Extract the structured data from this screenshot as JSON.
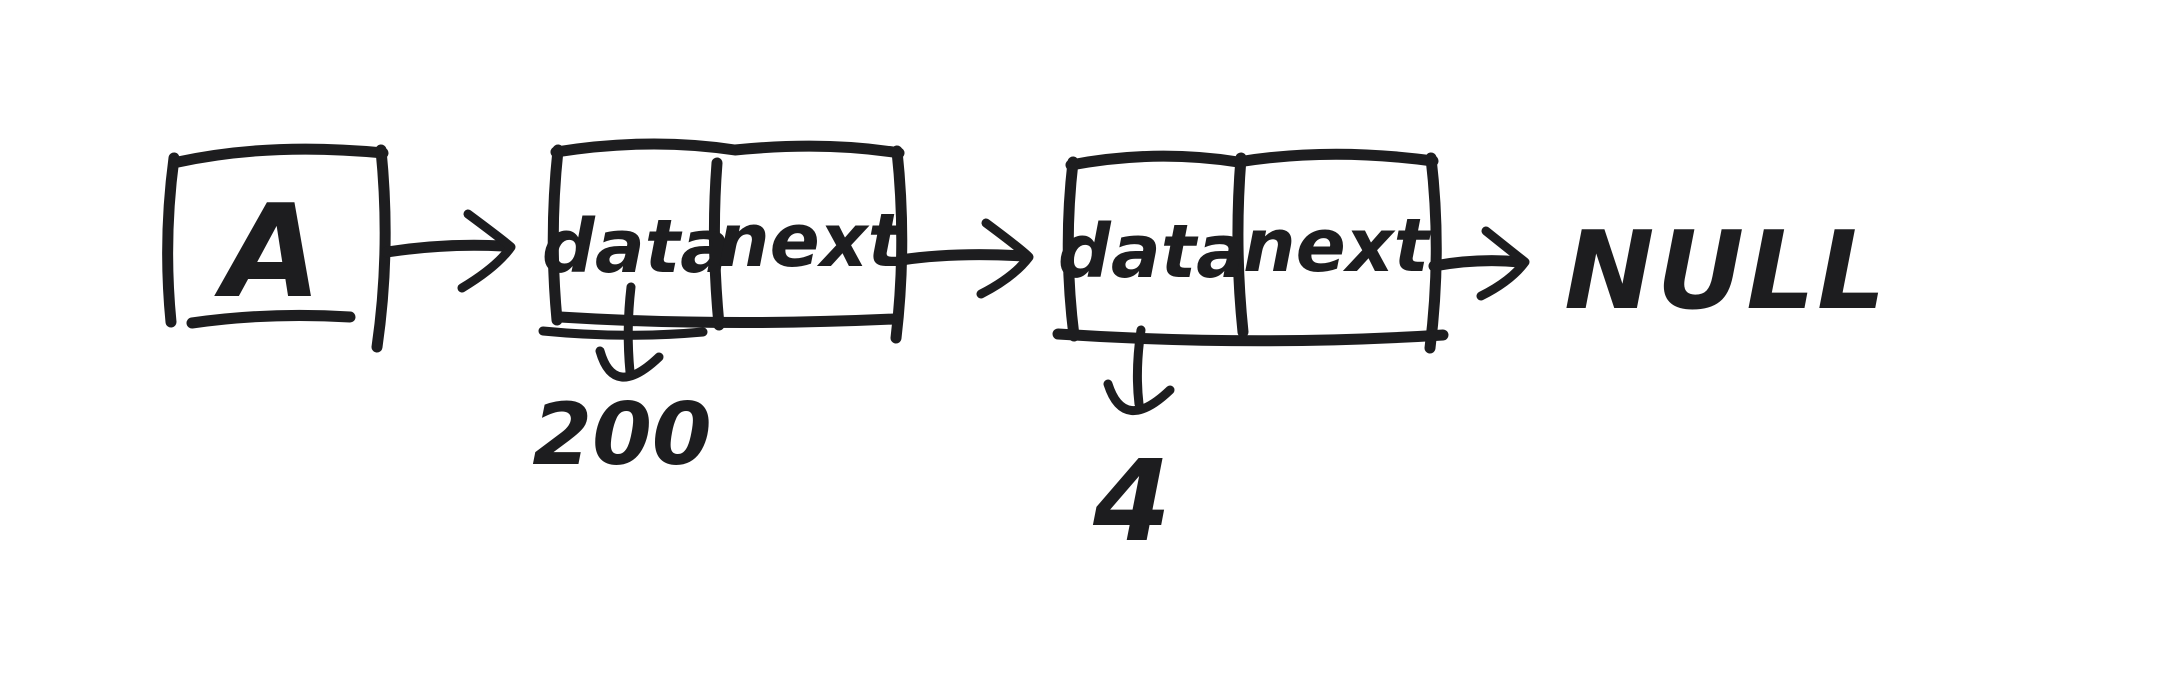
{
  "diagram": {
    "type": "linked-list-sketch",
    "head": {
      "label": "A"
    },
    "nodes": [
      {
        "data_label": "data",
        "next_label": "next",
        "value": "200"
      },
      {
        "data_label": "data",
        "next_label": "next",
        "value": "4"
      }
    ],
    "terminator": "NULL"
  },
  "colors": {
    "ink": "#1d1d1f",
    "background": "#ffffff"
  }
}
